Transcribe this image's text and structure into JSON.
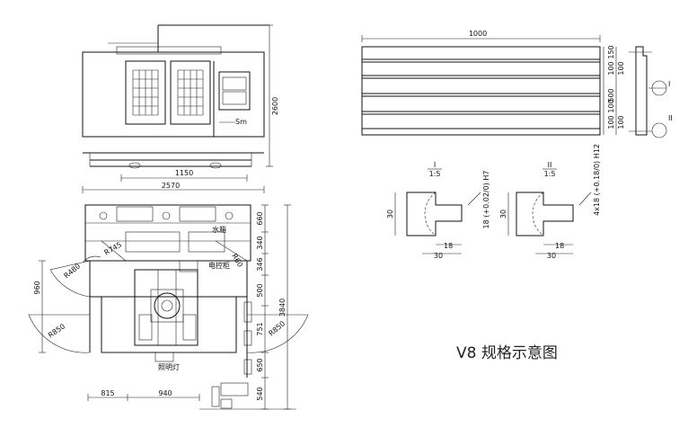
{
  "title": "V8  规格示意图",
  "left_view": {
    "front_elevation": {
      "height_dim": "2600",
      "cabinet_label": "Sm"
    },
    "dims_top": [
      "1150",
      "2570"
    ],
    "plan_labels": {
      "water_tank": "水箱",
      "control_cabinet": "电控柜",
      "workpiece_lamp": "照明灯",
      "right_dims": [
        "660",
        "340",
        "346",
        "500",
        "751",
        "650",
        "540"
      ],
      "overall_right": "3840",
      "left_dim": "960",
      "bottom_dims": [
        "815",
        "940"
      ],
      "radius_left": "R850",
      "radius_left_top": "R480",
      "radius_right": "R850",
      "radius_top_a": "R745",
      "radius_top_b": "R60"
    }
  },
  "table_view": {
    "width": "1000",
    "right_dims": [
      "150",
      "100",
      "100",
      "500",
      "100",
      "100",
      "100"
    ],
    "callouts": [
      "I",
      "II"
    ]
  },
  "detail_I": {
    "label": "I",
    "scale": "1:5",
    "height": "30",
    "slot": "18 (+0.02/0) H7",
    "bottom_dims": [
      "18",
      "30"
    ]
  },
  "detail_II": {
    "label": "II",
    "scale": "1:5",
    "height": "30",
    "slot": "4x18 (+0.18/0) H12",
    "bottom_dims": [
      "18",
      "30"
    ]
  }
}
